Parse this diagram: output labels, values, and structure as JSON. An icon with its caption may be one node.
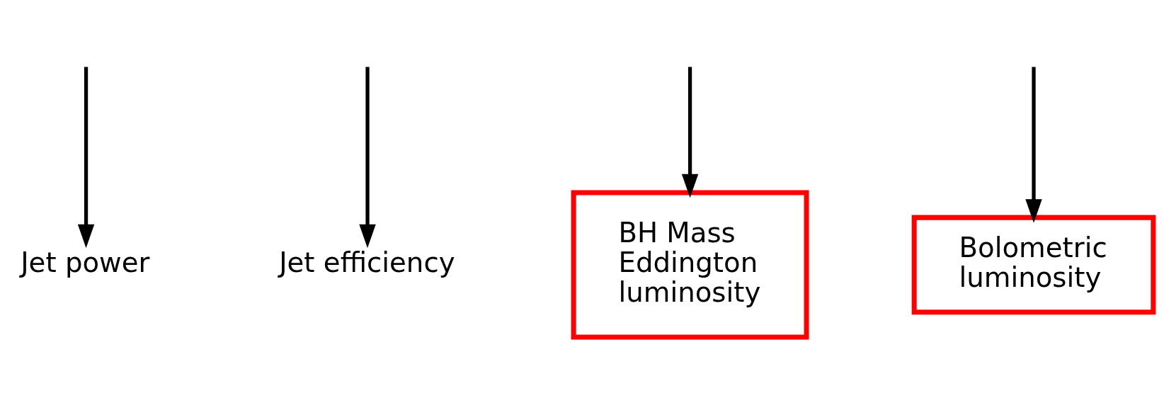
{
  "diagram": {
    "nodes": [
      {
        "text": [
          "Jet power"
        ]
      },
      {
        "text": [
          "Jet efficiency"
        ]
      },
      {
        "text": [
          "BH Mass Eddington luminosity"
        ]
      },
      {
        "text": [
          "Bolometric luminosity"
        ]
      }
    ],
    "edges": [
      {
        "from": null,
        "to": 0,
        "arrow": "to"
      },
      {
        "from": null,
        "to": 1,
        "arrow": "to"
      },
      {
        "from": null,
        "to": 2,
        "arrow": "to"
      },
      {
        "from": null,
        "to": 3,
        "arrow": "to"
      }
    ]
  }
}
